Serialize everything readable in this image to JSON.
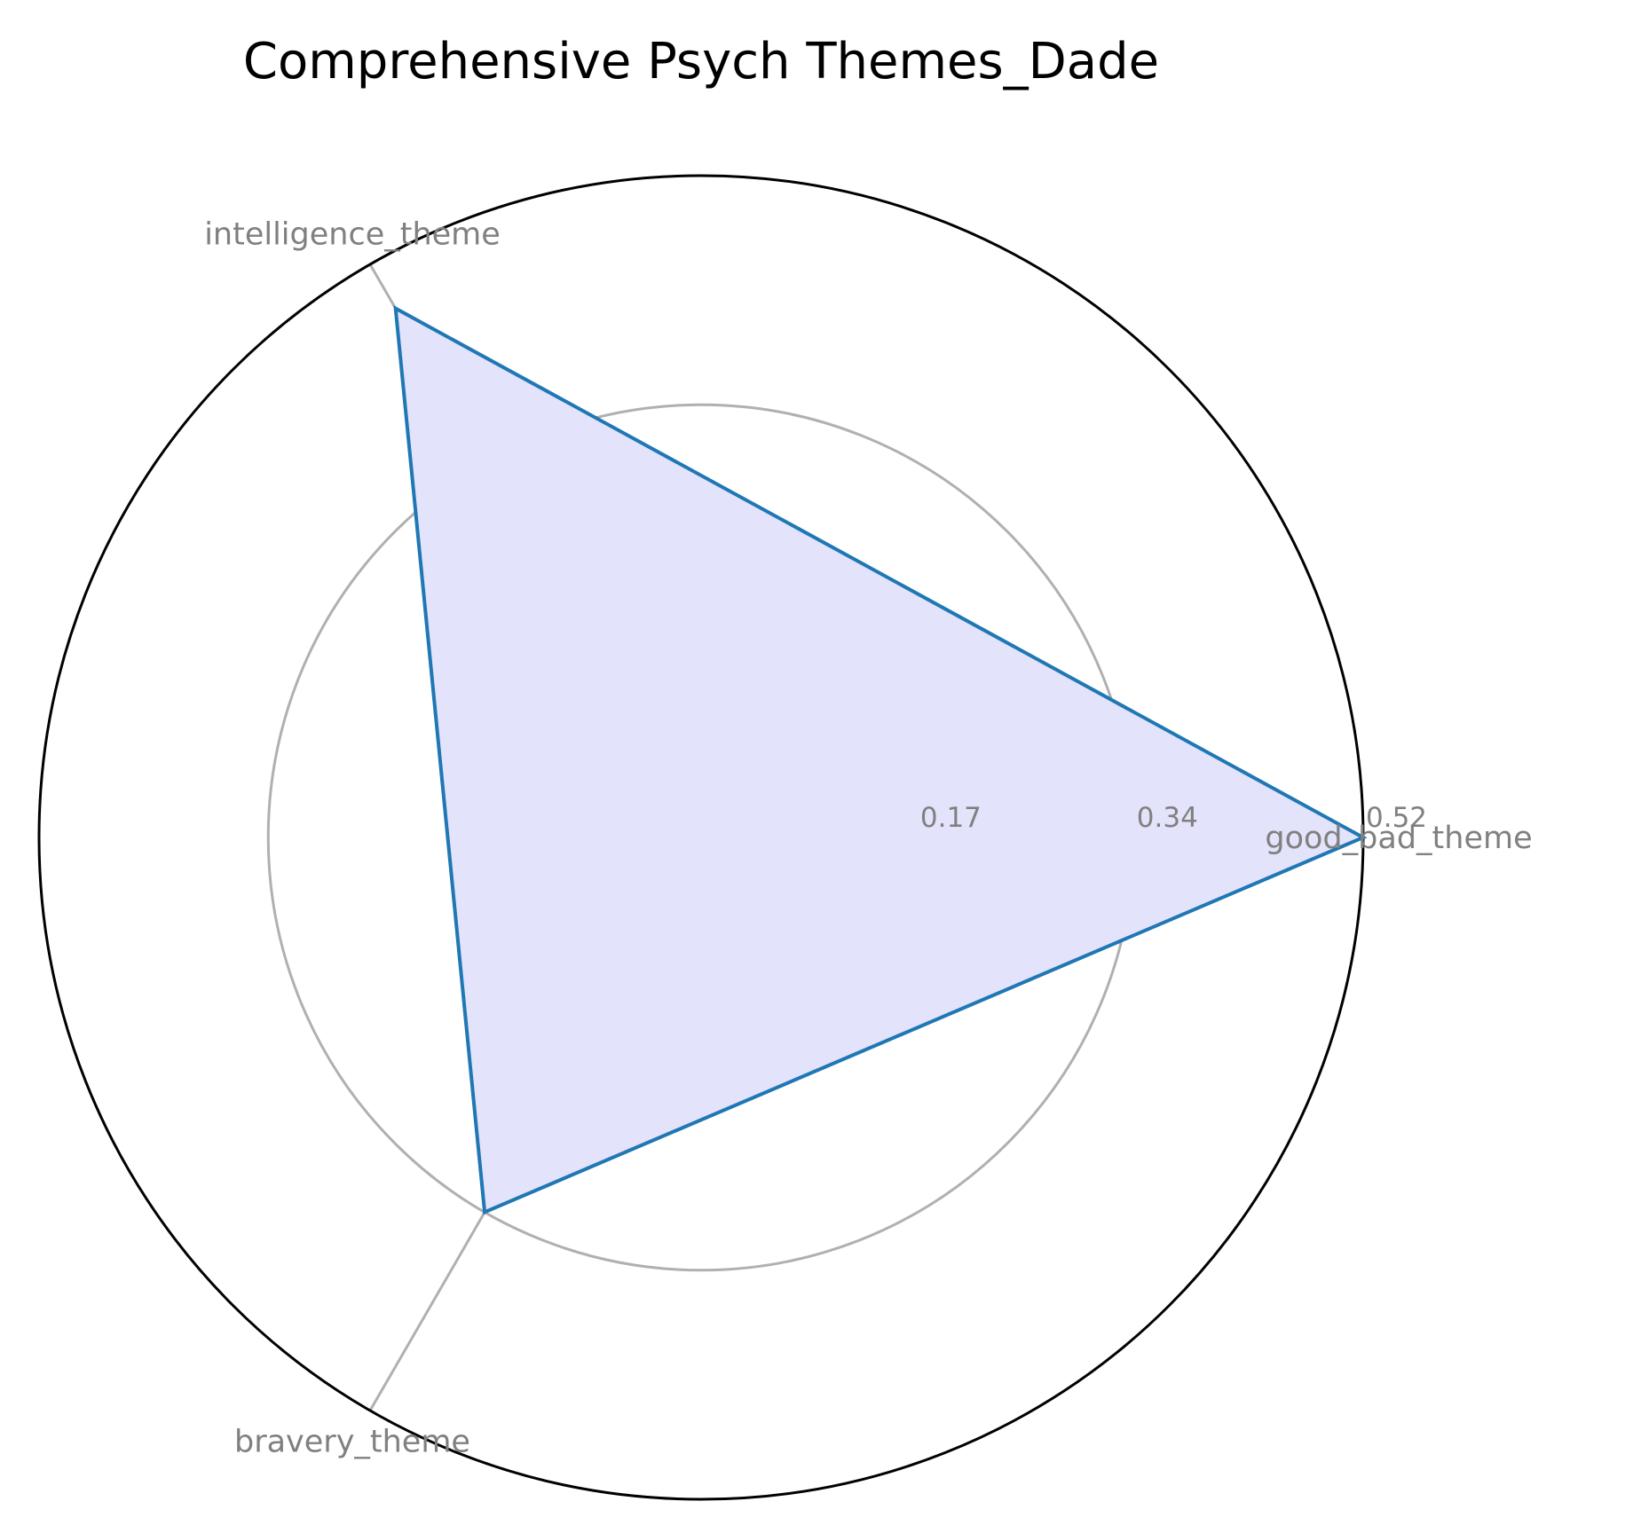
{
  "chart_data": {
    "type": "radar",
    "title": "Comprehensive Psych Themes_Dade",
    "axes": [
      "good_bad_theme",
      "intelligence_theme",
      "bravery_theme"
    ],
    "series": [
      {
        "name": "",
        "values": [
          0.52,
          0.48,
          0.34
        ]
      }
    ],
    "rlim": [
      0,
      0.52
    ],
    "r_ticks": [
      0.17,
      0.34,
      0.52
    ],
    "r_tick_labels": [
      "0.17",
      "0.34",
      "0.52"
    ],
    "grid": true,
    "colors": {
      "line": "#1f77b4",
      "fill": "#e3e3fb",
      "grid": "#b0b0b0",
      "outer_circle": "#000000",
      "labels": "#808080"
    }
  }
}
